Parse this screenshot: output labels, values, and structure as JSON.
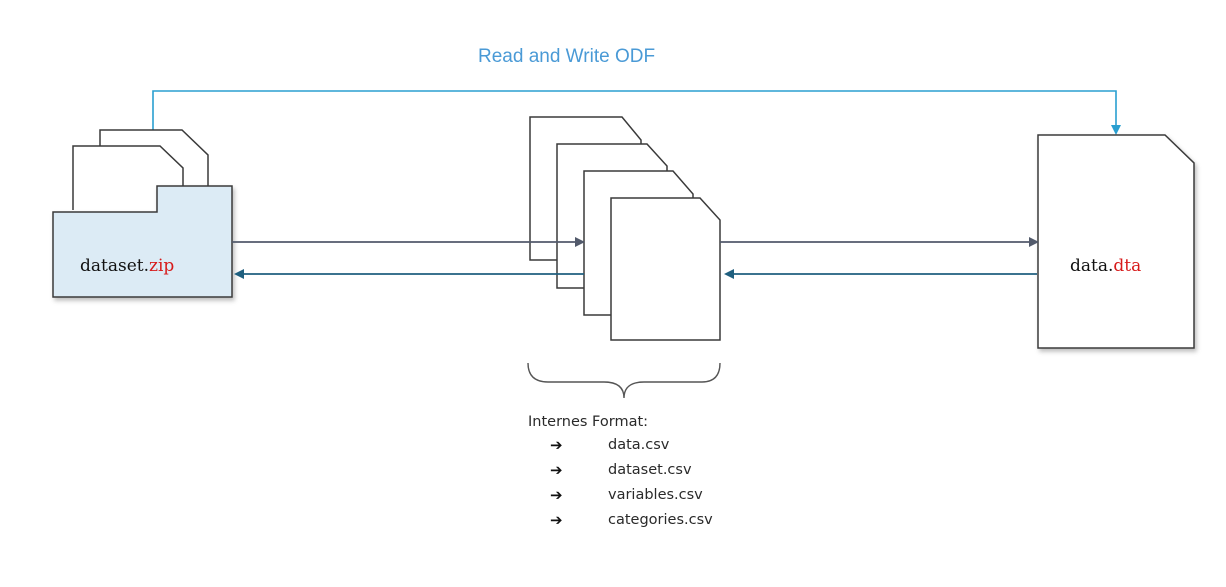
{
  "diagram": {
    "title": "Read and Write ODF",
    "source_file": {
      "base": "dataset.",
      "ext": "zip"
    },
    "target_file": {
      "base": "data.",
      "ext": "dta"
    },
    "internal_format": {
      "heading": "Internes Format:",
      "arrow_glyph": "➔",
      "files": [
        "data.csv",
        "dataset.csv",
        "variables.csv",
        "categories.csv"
      ]
    },
    "colors": {
      "title_blue": "#4a9ad6",
      "connector_blue": "#2a9fd0",
      "forward_arrow": "#525a6b",
      "backward_arrow": "#1f5f7f",
      "folder_fill": "#dcebf5",
      "extension_red": "#d71a1a"
    }
  }
}
